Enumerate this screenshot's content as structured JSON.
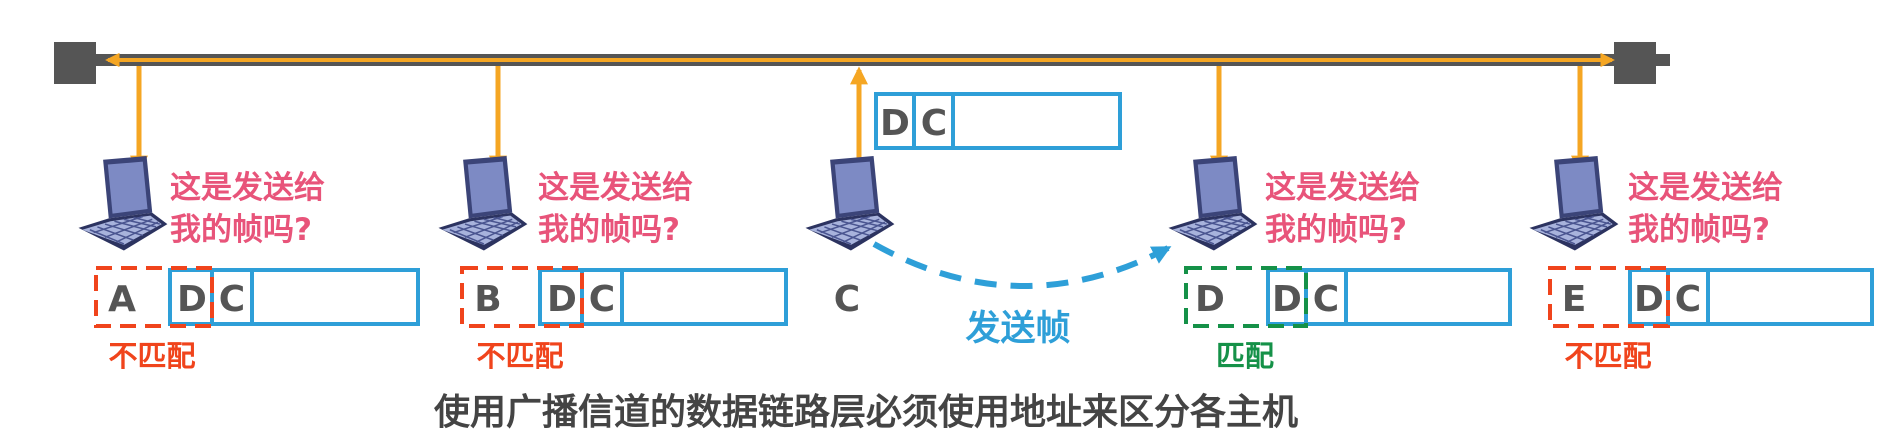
{
  "colors": {
    "bus": "#555555",
    "tap": "#f5a623",
    "frame": "#2e9fd8",
    "mismatch": "#f0441c",
    "match": "#159148",
    "question": "#e8547a",
    "send": "#2e9fd8",
    "text": "#555555"
  },
  "sender": {
    "label": "C",
    "frame_dest": "D",
    "frame_src": "C"
  },
  "send_label": "发送帧",
  "caption": "使用广播信道的数据链路层必须使用地址来区分各主机",
  "hosts": [
    {
      "id": "a",
      "question_line1": "这是发送给",
      "question_line2": "我的帧吗?",
      "own_address": "A",
      "frame_dest": "D",
      "frame_src": "C",
      "status": "不匹配",
      "status_type": "mismatch"
    },
    {
      "id": "b",
      "question_line1": "这是发送给",
      "question_line2": "我的帧吗?",
      "own_address": "B",
      "frame_dest": "D",
      "frame_src": "C",
      "status": "不匹配",
      "status_type": "mismatch"
    },
    {
      "id": "d",
      "question_line1": "这是发送给",
      "question_line2": "我的帧吗?",
      "own_address": "D",
      "frame_dest": "D",
      "frame_src": "C",
      "status": "匹配",
      "status_type": "match"
    },
    {
      "id": "e",
      "question_line1": "这是发送给",
      "question_line2": "我的帧吗?",
      "own_address": "E",
      "frame_dest": "D",
      "frame_src": "C",
      "status": "不匹配",
      "status_type": "mismatch"
    }
  ]
}
